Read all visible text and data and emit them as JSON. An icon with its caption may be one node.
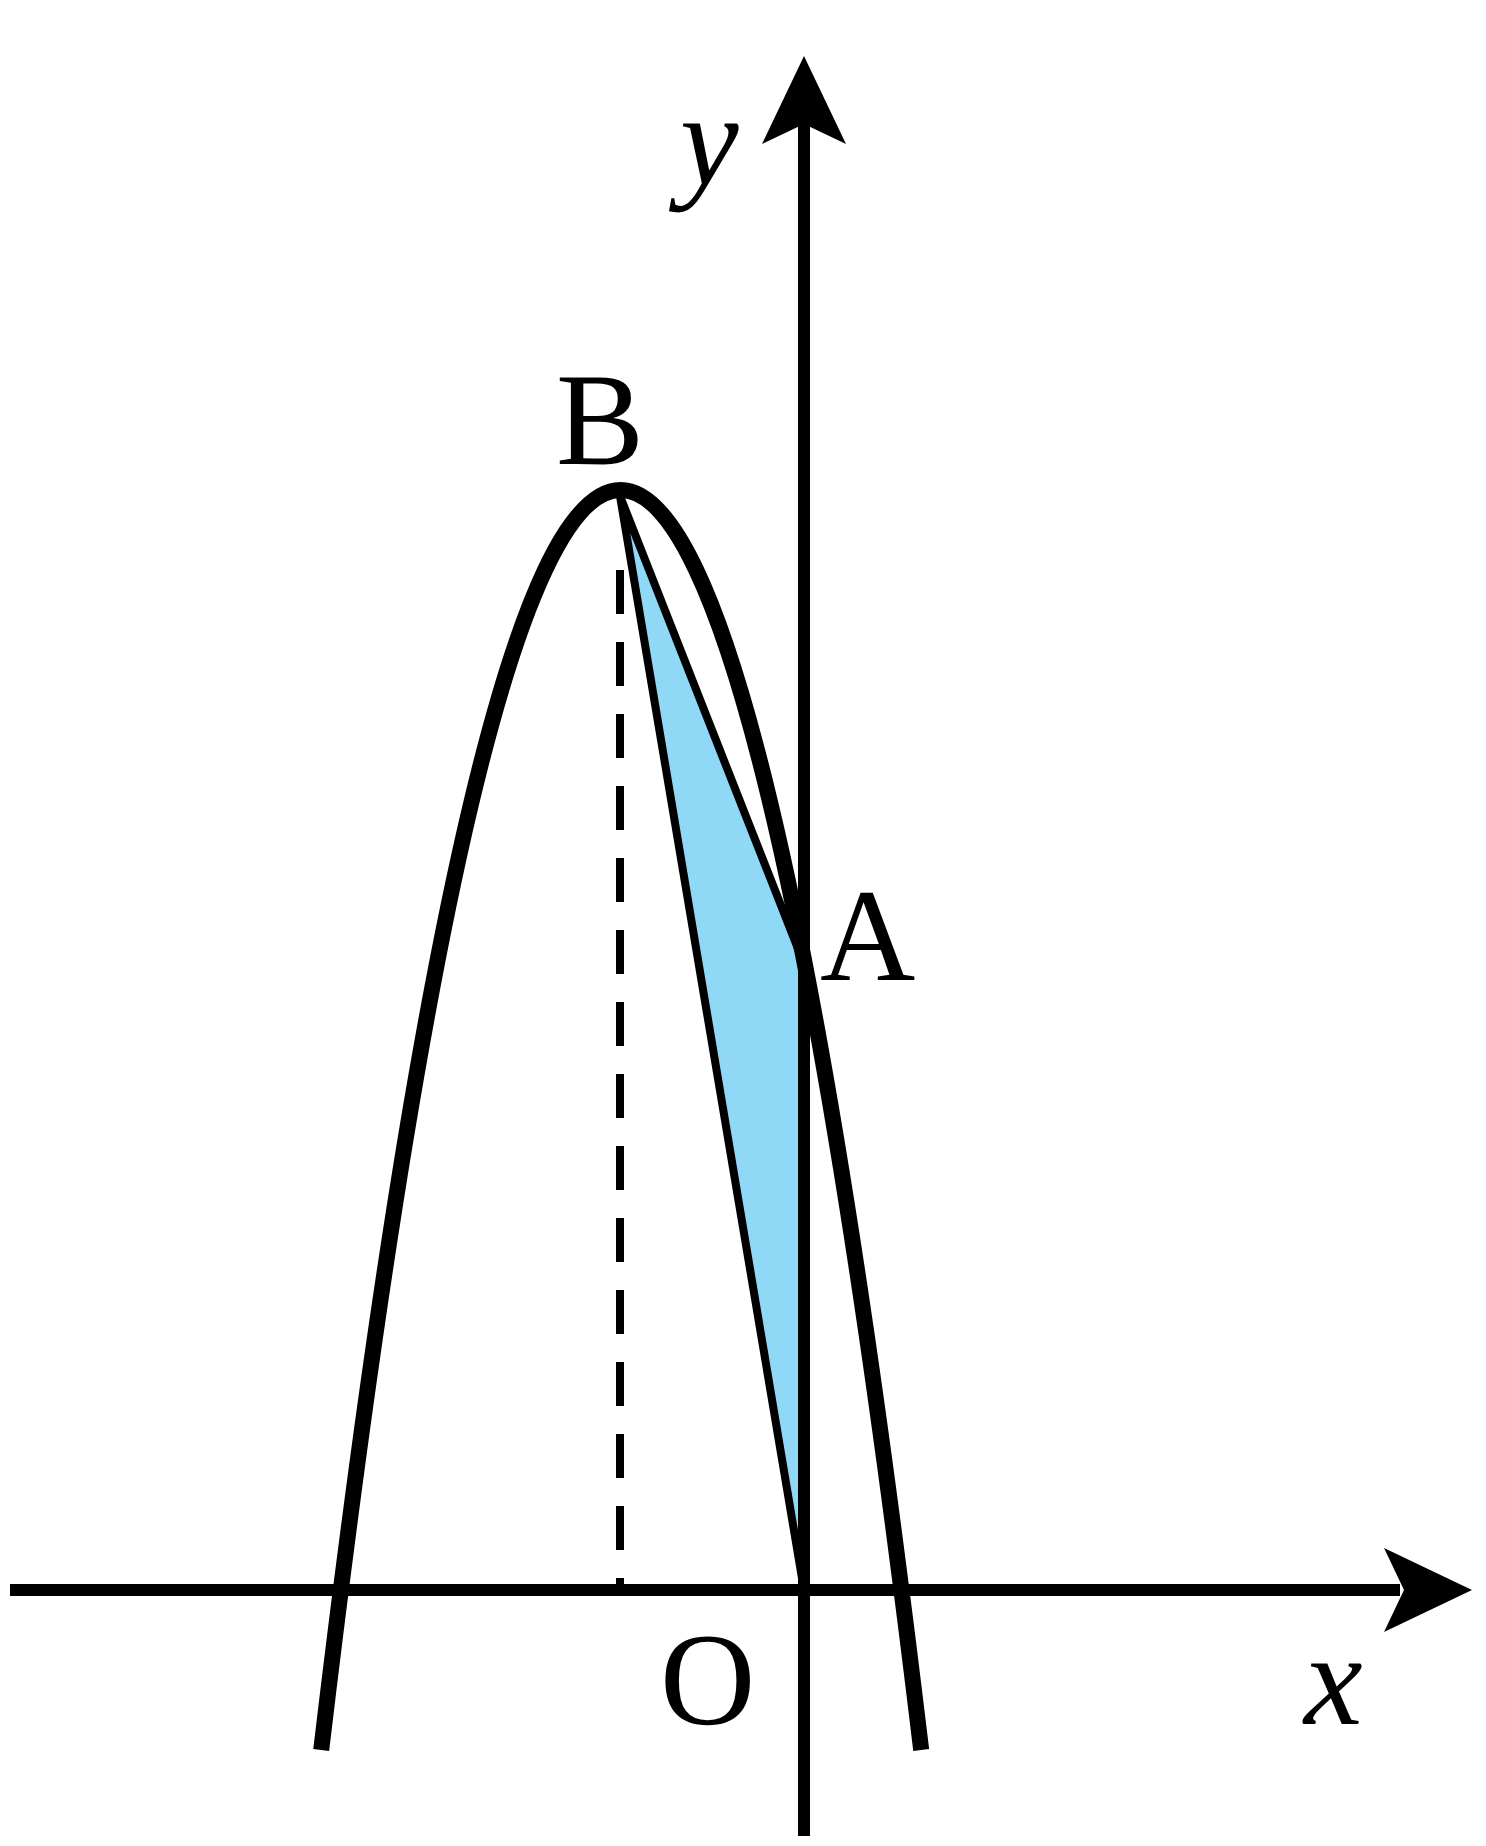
{
  "diagram": {
    "labels": [
      "y",
      "B",
      "A",
      "O",
      "x"
    ]
  }
}
